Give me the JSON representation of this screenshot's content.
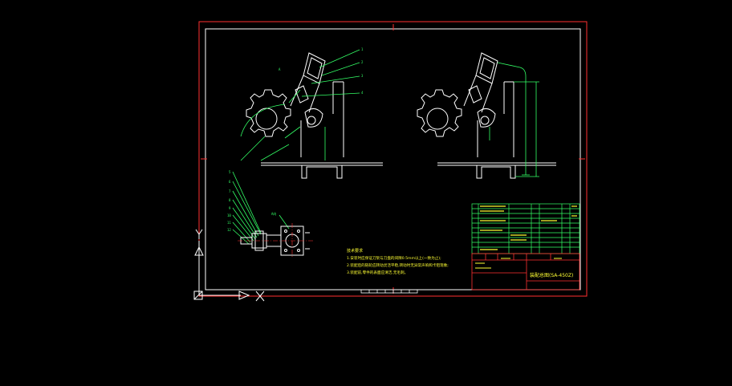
{
  "tech_requirements": {
    "heading": "技术要求",
    "items": [
      "1.安装时应保证刀架与刀盘的间隙0.5mm以上(一致为止);",
      "2.装配后的链轮应转动灵活平稳,转动时无异常声响和卡阻现象;",
      "3.装配前,零件的表面应清洁,无毛刺。"
    ]
  },
  "title_block": {
    "drawing_name": "装配总图(SA-450Z)"
  },
  "ucs": {
    "y_label": "Y",
    "x_label": "X"
  },
  "colors": {
    "background": "#000000",
    "frame_outer": "#ff3030",
    "frame_inner": "#ffffff",
    "geometry": "#ffffff",
    "leader": "#33ff66",
    "dimension": "#33ff66",
    "text": "#ffff33"
  }
}
